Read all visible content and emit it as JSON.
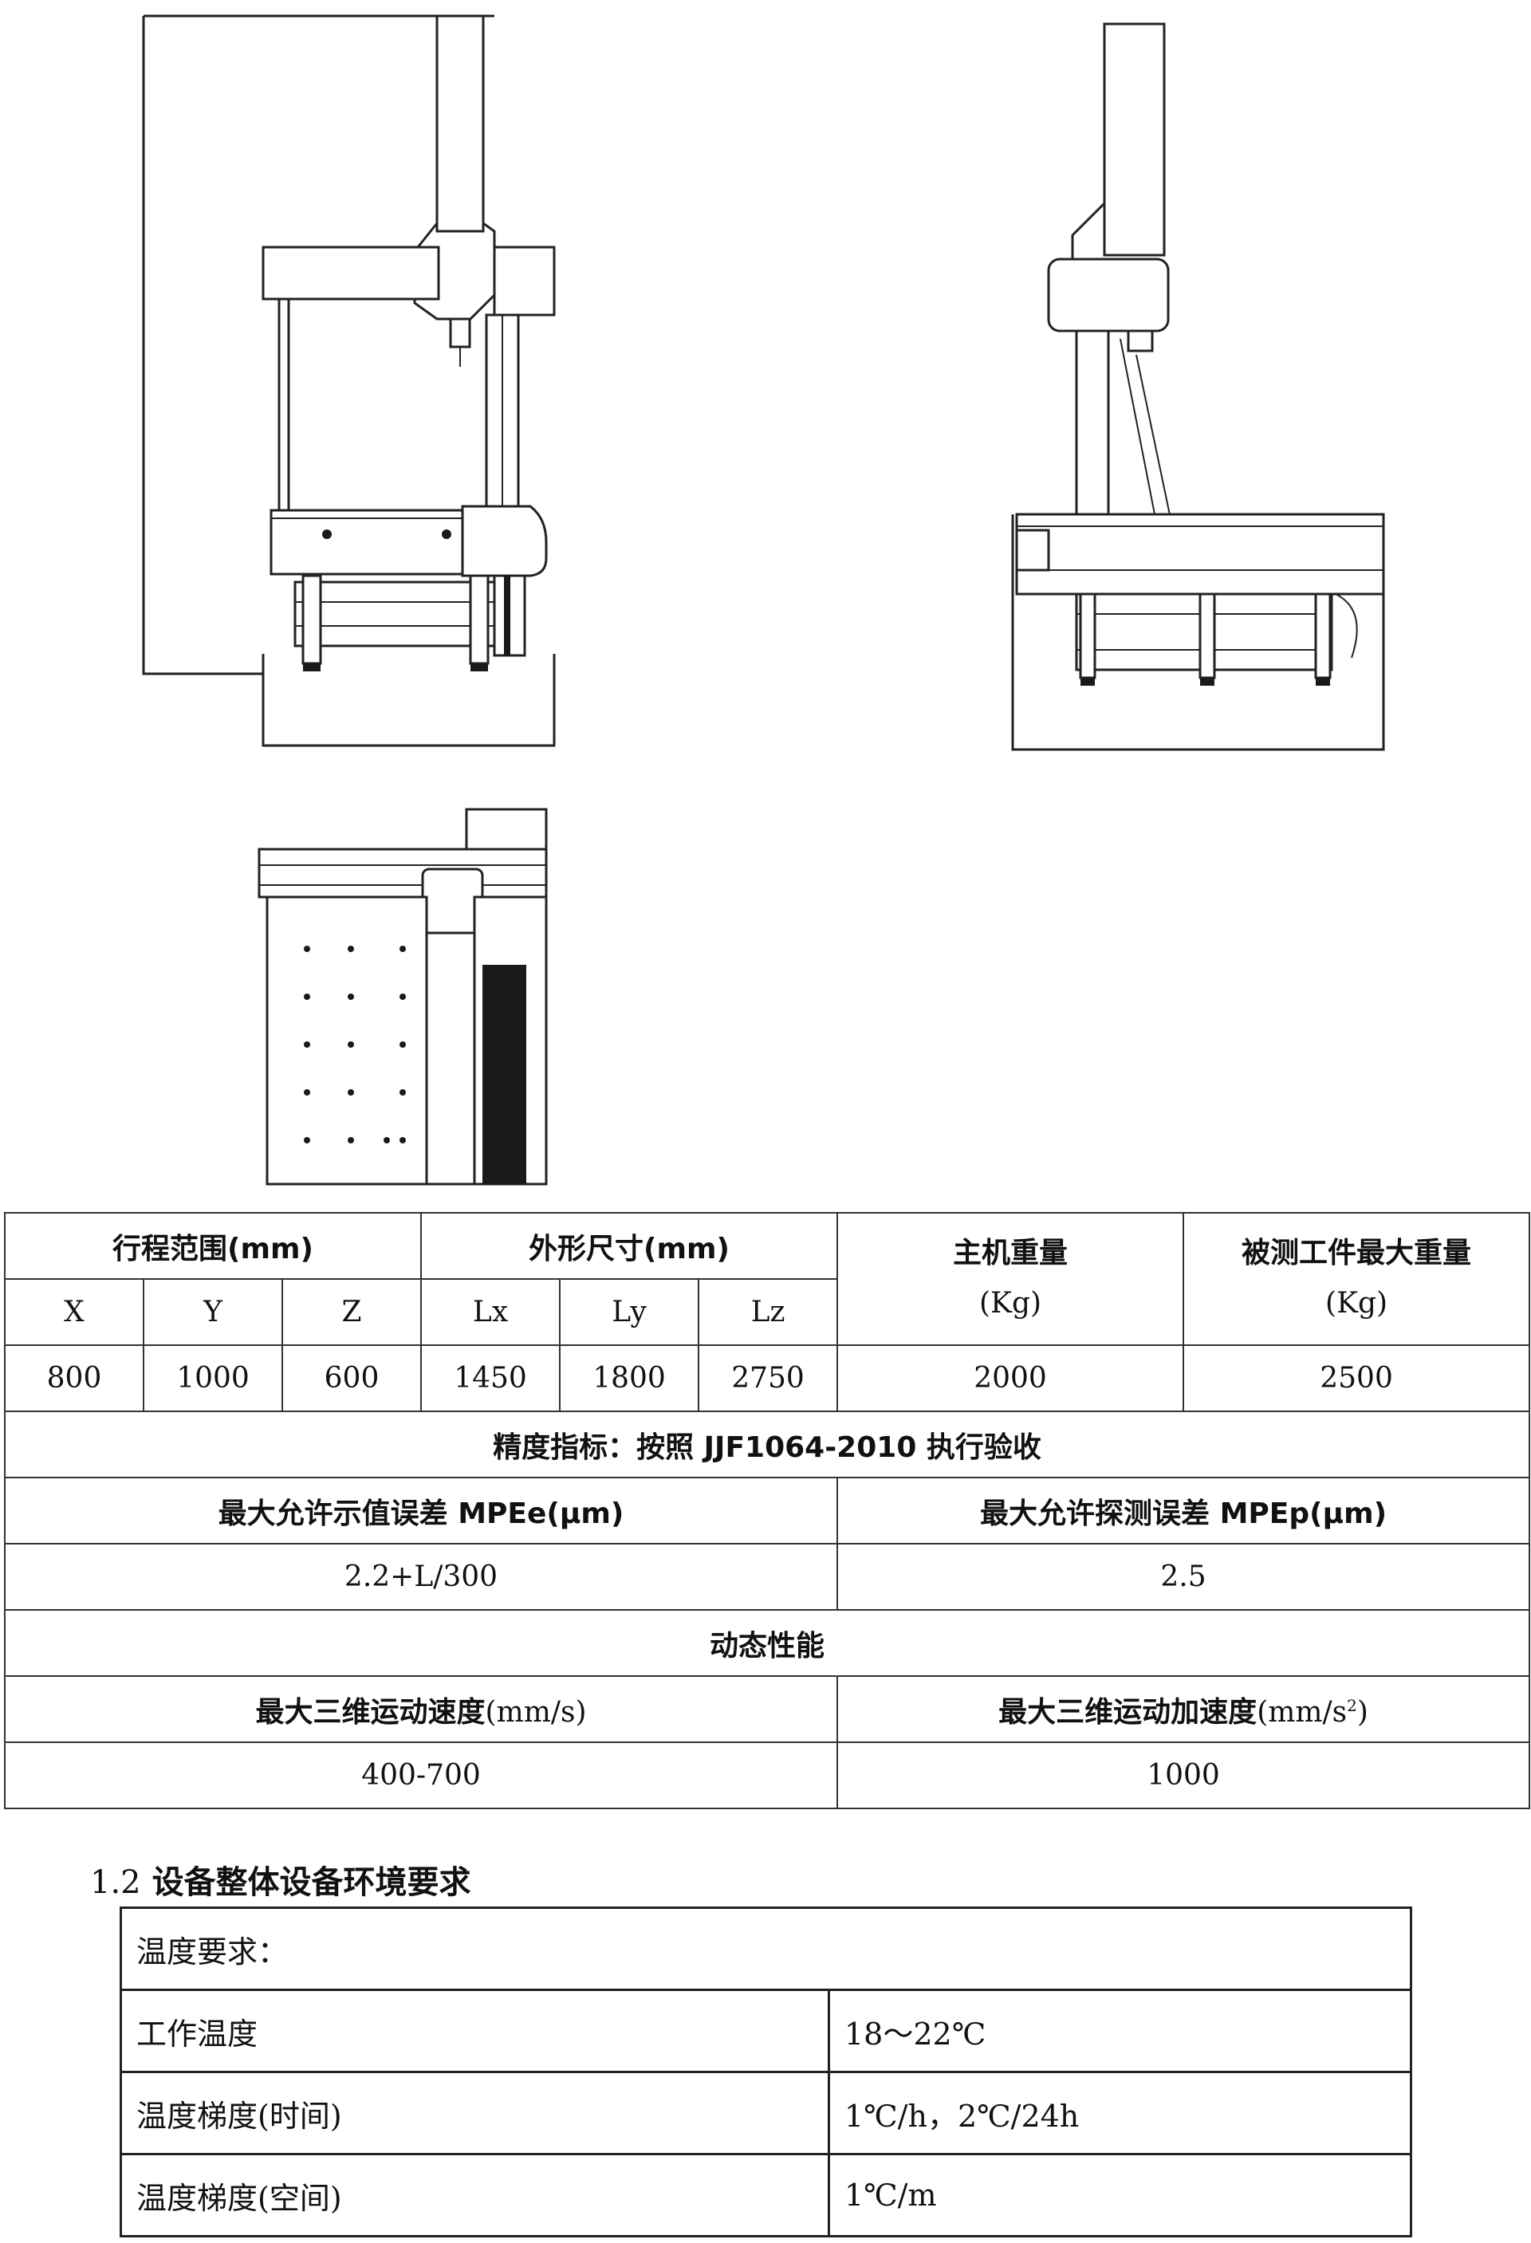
{
  "specs": {
    "travel_range": "行程范围(mm)",
    "dimensions": "外形尺寸(mm)",
    "host_weight": "主机重量",
    "host_weight_unit": "(Kg)",
    "max_workpiece_weight": "被测工件最大重量",
    "max_workpiece_weight_unit": "(Kg)",
    "col_x": "X",
    "col_y": "Y",
    "col_z": "Z",
    "col_lx": "Lx",
    "col_ly": "Ly",
    "col_lz": "Lz",
    "val_x": "800",
    "val_y": "1000",
    "val_z": "600",
    "val_lx": "1450",
    "val_ly": "1800",
    "val_lz": "2750",
    "val_host_weight": "2000",
    "val_workpiece_weight": "2500",
    "accuracy_heading": "精度指标：按照 JJF1064-2010 执行验收",
    "mpee_label": "最大允许示值误差 MPEe(μm)",
    "mpep_label": "最大允许探测误差 MPEp(μm)",
    "mpee_value": "2.2+L/300",
    "mpep_value": "2.5",
    "dynamic_heading": "动态性能",
    "speed_label": "最大三维运动速度",
    "speed_unit": "(mm/s)",
    "accel_label": "最大三维运动加速度",
    "accel_unit": "(mm/s",
    "accel_unit_sup": "2",
    "accel_unit_close": ")",
    "speed_value": "400-700",
    "accel_value": "1000"
  },
  "section": {
    "number": "1.2",
    "title": "设备整体设备环境要求"
  },
  "environment": {
    "temp_heading": "温度要求：",
    "rows": [
      {
        "label": "工作温度",
        "value": "18～22℃"
      },
      {
        "label": "温度梯度(时间)",
        "value": "1℃/h，2℃/24h"
      },
      {
        "label": "温度梯度(空间)",
        "value": "1℃/m"
      }
    ]
  }
}
